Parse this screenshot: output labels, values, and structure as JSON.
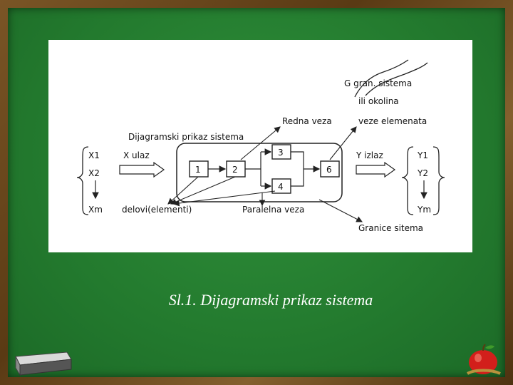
{
  "figure": {
    "title": "Dijagramski prikaz sistema",
    "boundary_label_1": "G gran. sistema",
    "boundary_label_2": "ili okolina",
    "series_link": "Redna veza",
    "element_links": "veze elemenata",
    "inputs": [
      "X1",
      "X2",
      "Xm"
    ],
    "input_label": "X ulaz",
    "outputs": [
      "Y1",
      "Y2",
      "Ym"
    ],
    "output_label": "Y izlaz",
    "elements": [
      "1",
      "2",
      "3",
      "4",
      "6"
    ],
    "parts_label": "delovi(elementi)",
    "parallel_link": "Paralelna veza",
    "system_borders": "Granice sitema"
  },
  "caption": "Sl.1. Dijagramski prikaz sistema",
  "colors": {
    "board": "#237a2e",
    "frame": "#6b4a1e",
    "paper": "#ffffff"
  },
  "icons": [
    "eraser-icon",
    "apple-icon"
  ]
}
